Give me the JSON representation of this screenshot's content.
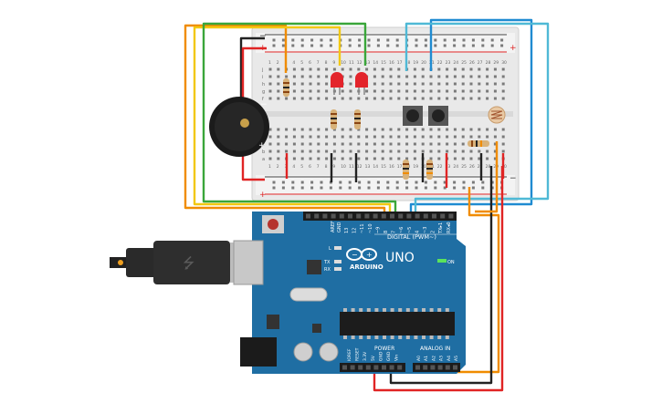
{
  "arduino": {
    "brand": "ARDUINO",
    "model": "UNO",
    "digital_header": "DIGITAL (PWM~)",
    "power_header": "POWER",
    "analog_header": "ANALOG IN",
    "on_label": "ON",
    "led_l": "L",
    "tx": "TX",
    "rx": "RX",
    "aref": "AREF",
    "gnd": "GND",
    "digital_pins": [
      "13",
      "12",
      "~11",
      "~10",
      "~9",
      "8",
      "7",
      "~6",
      "~5",
      "4",
      "~3",
      "2",
      "TX▸1",
      "RX◂0"
    ],
    "power_pins": [
      "IOREF",
      "RESET",
      "3.3V",
      "5V",
      "GND",
      "GND",
      "Vin"
    ],
    "analog_pins": [
      "A0",
      "A1",
      "A2",
      "A3",
      "A4",
      "A5"
    ],
    "board_color": "#1f6ea3"
  },
  "breadboard": {
    "top_numbers": [
      "1",
      "2",
      "3",
      "4",
      "5",
      "6",
      "7",
      "8",
      "9",
      "10",
      "11",
      "12",
      "13",
      "14",
      "15",
      "16",
      "17",
      "18",
      "19",
      "20",
      "21",
      "22",
      "23",
      "24",
      "25",
      "26",
      "27",
      "28",
      "29",
      "30"
    ],
    "row_letters_top": [
      "j",
      "i",
      "h",
      "g",
      "f"
    ],
    "row_letters_bottom": [
      "e",
      "d",
      "c",
      "b",
      "a"
    ],
    "rail_plus": "+",
    "rail_minus": "−"
  },
  "buzzer": {
    "plus": "+",
    "minus": "−"
  },
  "wire_colors": {
    "red": "#e02424",
    "black": "#222222",
    "orange": "#f08c00",
    "yellow": "#f2c811",
    "green": "#3aa63a",
    "blue": "#1f8bd1",
    "cyan": "#4fb9d6"
  }
}
